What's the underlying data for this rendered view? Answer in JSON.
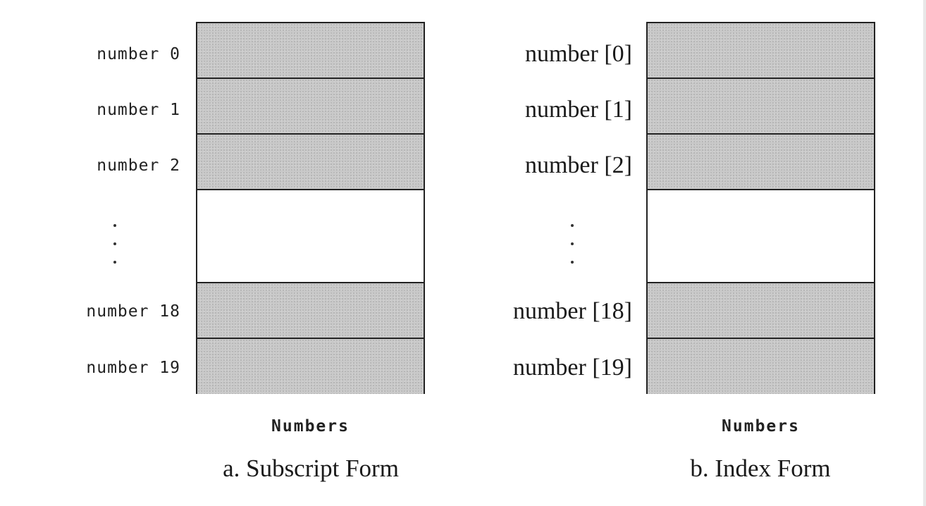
{
  "diagrams": [
    {
      "labels": [
        "number 0",
        "number 1",
        "number 2",
        "number 18",
        "number 19"
      ],
      "box_caption": "Numbers",
      "caption": "a. Subscript Form"
    },
    {
      "labels": [
        "number [0]",
        "number [1]",
        "number [2]",
        "number [18]",
        "number [19]"
      ],
      "box_caption": "Numbers",
      "caption": "b. Index Form"
    }
  ]
}
